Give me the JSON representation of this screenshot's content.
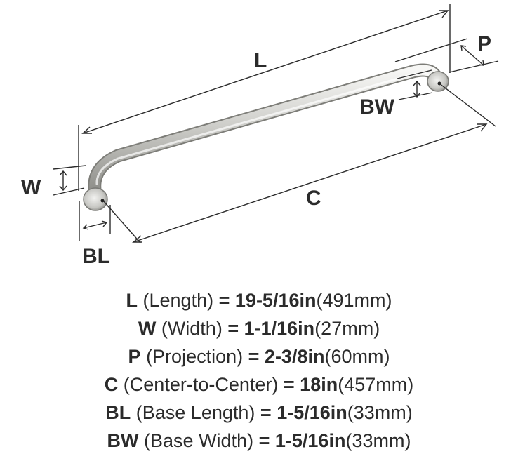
{
  "diagram": {
    "labels": {
      "L": "L",
      "W": "W",
      "P": "P",
      "C": "C",
      "BL": "BL",
      "BW": "BW"
    }
  },
  "specs": [
    {
      "code": "L",
      "name": "(Length)",
      "eq": "=",
      "imperial": "19-5/16in",
      "metric": "(491mm)"
    },
    {
      "code": "W",
      "name": "(Width)",
      "eq": "=",
      "imperial": "1-1/16in",
      "metric": "(27mm)"
    },
    {
      "code": "P",
      "name": "(Projection)",
      "eq": "=",
      "imperial": "2-3/8in",
      "metric": "(60mm)"
    },
    {
      "code": "C",
      "name": "(Center-to-Center)",
      "eq": "=",
      "imperial": "18in",
      "metric": "(457mm)"
    },
    {
      "code": "BL",
      "name": "(Base Length)",
      "eq": "=",
      "imperial": "1-5/16in",
      "metric": "(33mm)"
    },
    {
      "code": "BW",
      "name": "(Base Width)",
      "eq": "=",
      "imperial": "1-5/16in",
      "metric": "(33mm)"
    }
  ]
}
